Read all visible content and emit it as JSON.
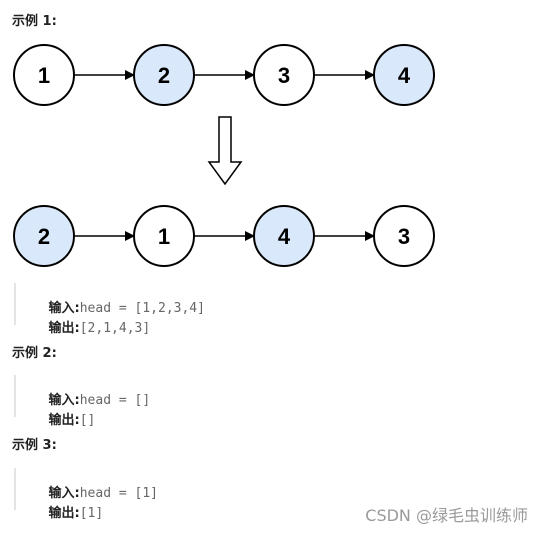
{
  "examples": [
    {
      "title": "示例 1:",
      "input_label": "输入:",
      "input_value": "head = [1,2,3,4]",
      "output_label": "输出:",
      "output_value": "[2,1,4,3]"
    },
    {
      "title": "示例 2:",
      "input_label": "输入:",
      "input_value": "head = []",
      "output_label": "输出:",
      "output_value": "[]"
    },
    {
      "title": "示例 3:",
      "input_label": "输入:",
      "input_value": "head = [1]",
      "output_label": "输出:",
      "output_value": "[1]"
    }
  ],
  "diagram": {
    "before": [
      {
        "label": "1",
        "highlight": false
      },
      {
        "label": "2",
        "highlight": true
      },
      {
        "label": "3",
        "highlight": false
      },
      {
        "label": "4",
        "highlight": true
      }
    ],
    "after": [
      {
        "label": "2",
        "highlight": true
      },
      {
        "label": "1",
        "highlight": false
      },
      {
        "label": "4",
        "highlight": true
      },
      {
        "label": "3",
        "highlight": false
      }
    ],
    "colors": {
      "highlight_fill": "#dae8fc",
      "plain_fill": "#ffffff",
      "stroke": "#000000"
    }
  },
  "watermark": "CSDN @绿毛虫训练师"
}
